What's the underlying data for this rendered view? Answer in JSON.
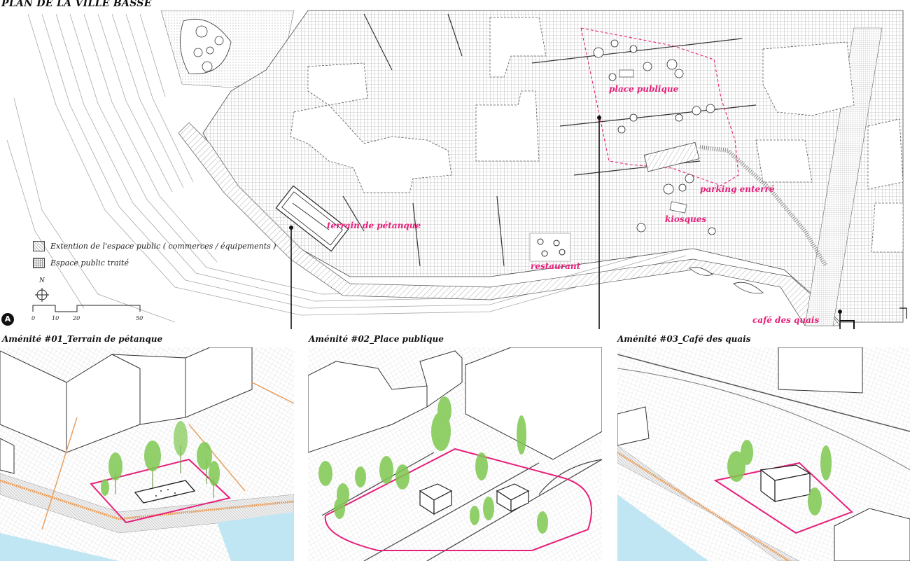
{
  "title": "PLAN DE LA VILLE BASSE",
  "plan_labels": {
    "place_publique": "place publique",
    "parking": "parking enterré",
    "kiosques": "kiosques",
    "petanque": "terrain de pétanque",
    "restaurant": "restaurant",
    "cafe": "café des quais"
  },
  "legend": {
    "item1": "Extention de l'espace public ( commerces / équipements )",
    "item2": "Espace public traité"
  },
  "north": "N",
  "scale": {
    "t0": "0",
    "t10": "10",
    "t20": "20",
    "t50": "50"
  },
  "section_badge": "A",
  "amenities": {
    "a1": "Aménité #01_Terrain de pétanque",
    "a2": "Aménité #02_Place publique",
    "a3": "Aménité #03_Café des quais"
  },
  "colors": {
    "accent": "#e6207a",
    "tree": "#7ec850",
    "water": "#bfe6f2",
    "ink": "#222222"
  }
}
